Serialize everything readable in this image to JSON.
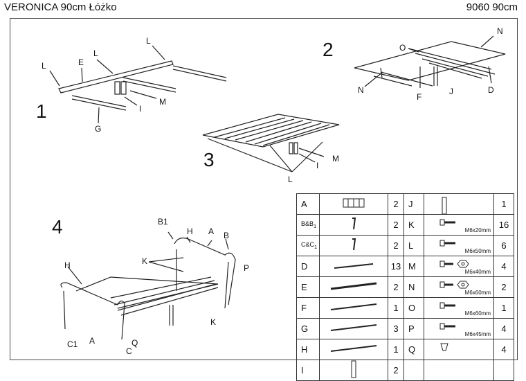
{
  "header": {
    "title": "VERONICA 90cm Łóżko",
    "code": "9060 90cm"
  },
  "steps": [
    "1",
    "2",
    "3",
    "4"
  ],
  "labels": {
    "s1": [
      "L",
      "E",
      "L",
      "L",
      "M",
      "I",
      "G"
    ],
    "s2": [
      "N",
      "O",
      "N",
      "F",
      "J",
      "D"
    ],
    "s3": [
      "M",
      "I",
      "L"
    ],
    "s4": [
      "B1",
      "H",
      "A",
      "B",
      "P",
      "K",
      "H",
      "K",
      "C1",
      "A",
      "C",
      "Q"
    ]
  },
  "parts_table": {
    "left": [
      {
        "letter": "A",
        "qty": "2",
        "icon": "headboard-icon"
      },
      {
        "letter": "B&B1",
        "qty": "2",
        "icon": "bracket-icon"
      },
      {
        "letter": "C&C1",
        "qty": "2",
        "icon": "bracket-icon"
      },
      {
        "letter": "D",
        "qty": "13",
        "icon": "slat-icon"
      },
      {
        "letter": "E",
        "qty": "2",
        "icon": "rail-icon"
      },
      {
        "letter": "F",
        "qty": "1",
        "icon": "bar-icon"
      },
      {
        "letter": "G",
        "qty": "3",
        "icon": "bar-icon"
      },
      {
        "letter": "H",
        "qty": "1",
        "icon": "bar-icon"
      },
      {
        "letter": "I",
        "qty": "2",
        "icon": "leg-icon"
      }
    ],
    "right": [
      {
        "letter": "J",
        "qty": "1",
        "size": "",
        "icon": "leg-icon"
      },
      {
        "letter": "K",
        "qty": "16",
        "size": "M6x20mm",
        "icon": "bolt-icon"
      },
      {
        "letter": "L",
        "qty": "6",
        "size": "M6x50mm",
        "icon": "bolt-icon"
      },
      {
        "letter": "M",
        "qty": "4",
        "size": "M6x40mm",
        "icon": "bolt-nut-icon"
      },
      {
        "letter": "N",
        "qty": "2",
        "size": "M6x60mm",
        "icon": "bolt-nut-icon"
      },
      {
        "letter": "O",
        "qty": "1",
        "size": "M6x60mm",
        "icon": "bolt-icon"
      },
      {
        "letter": "P",
        "qty": "4",
        "size": "M6x45mm",
        "icon": "bolt-icon"
      },
      {
        "letter": "Q",
        "qty": "4",
        "size": "",
        "icon": "foot-cap-icon"
      }
    ]
  }
}
